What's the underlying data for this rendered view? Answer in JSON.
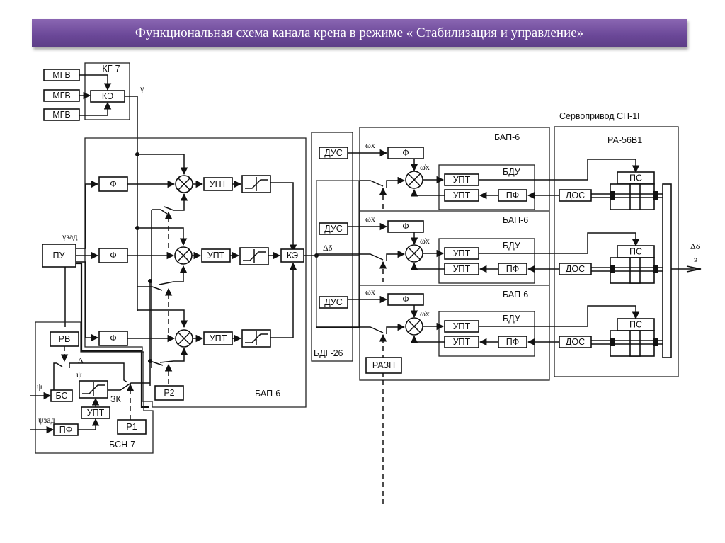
{
  "title": "Функциональная схема канала крена в режиме « Стабилизация и  управление»",
  "blocks": {
    "kg7": "КГ-7",
    "mgv": "МГВ",
    "ke": "КЭ",
    "f": "Ф",
    "upt": "УПТ",
    "pu": "ПУ",
    "rv": "РВ",
    "bs": "БС",
    "pf": "ПФ",
    "r1": "Р1",
    "r2": "Р2",
    "zk": "ЗК",
    "bsn7": "БСН-7",
    "bap6": "БАП-6",
    "bdg26": "БДГ-26",
    "dus": "ДУС",
    "bdu": "БДУ",
    "razp": "РАЗП",
    "servo": "Сервопривод СП-1Г",
    "ra56": "РА-56В1",
    "ps": "ПС",
    "dos": "ДОС"
  },
  "symbols": {
    "gamma": "γ",
    "gamma_zad": "γзад",
    "psi": "ψ",
    "psi_zad": "ψзад",
    "delta": "Δ",
    "d_delta": "Δδ",
    "d_delta_e": "э",
    "omega_x": "ωx",
    "omega_x_dot": "ω̇x"
  }
}
